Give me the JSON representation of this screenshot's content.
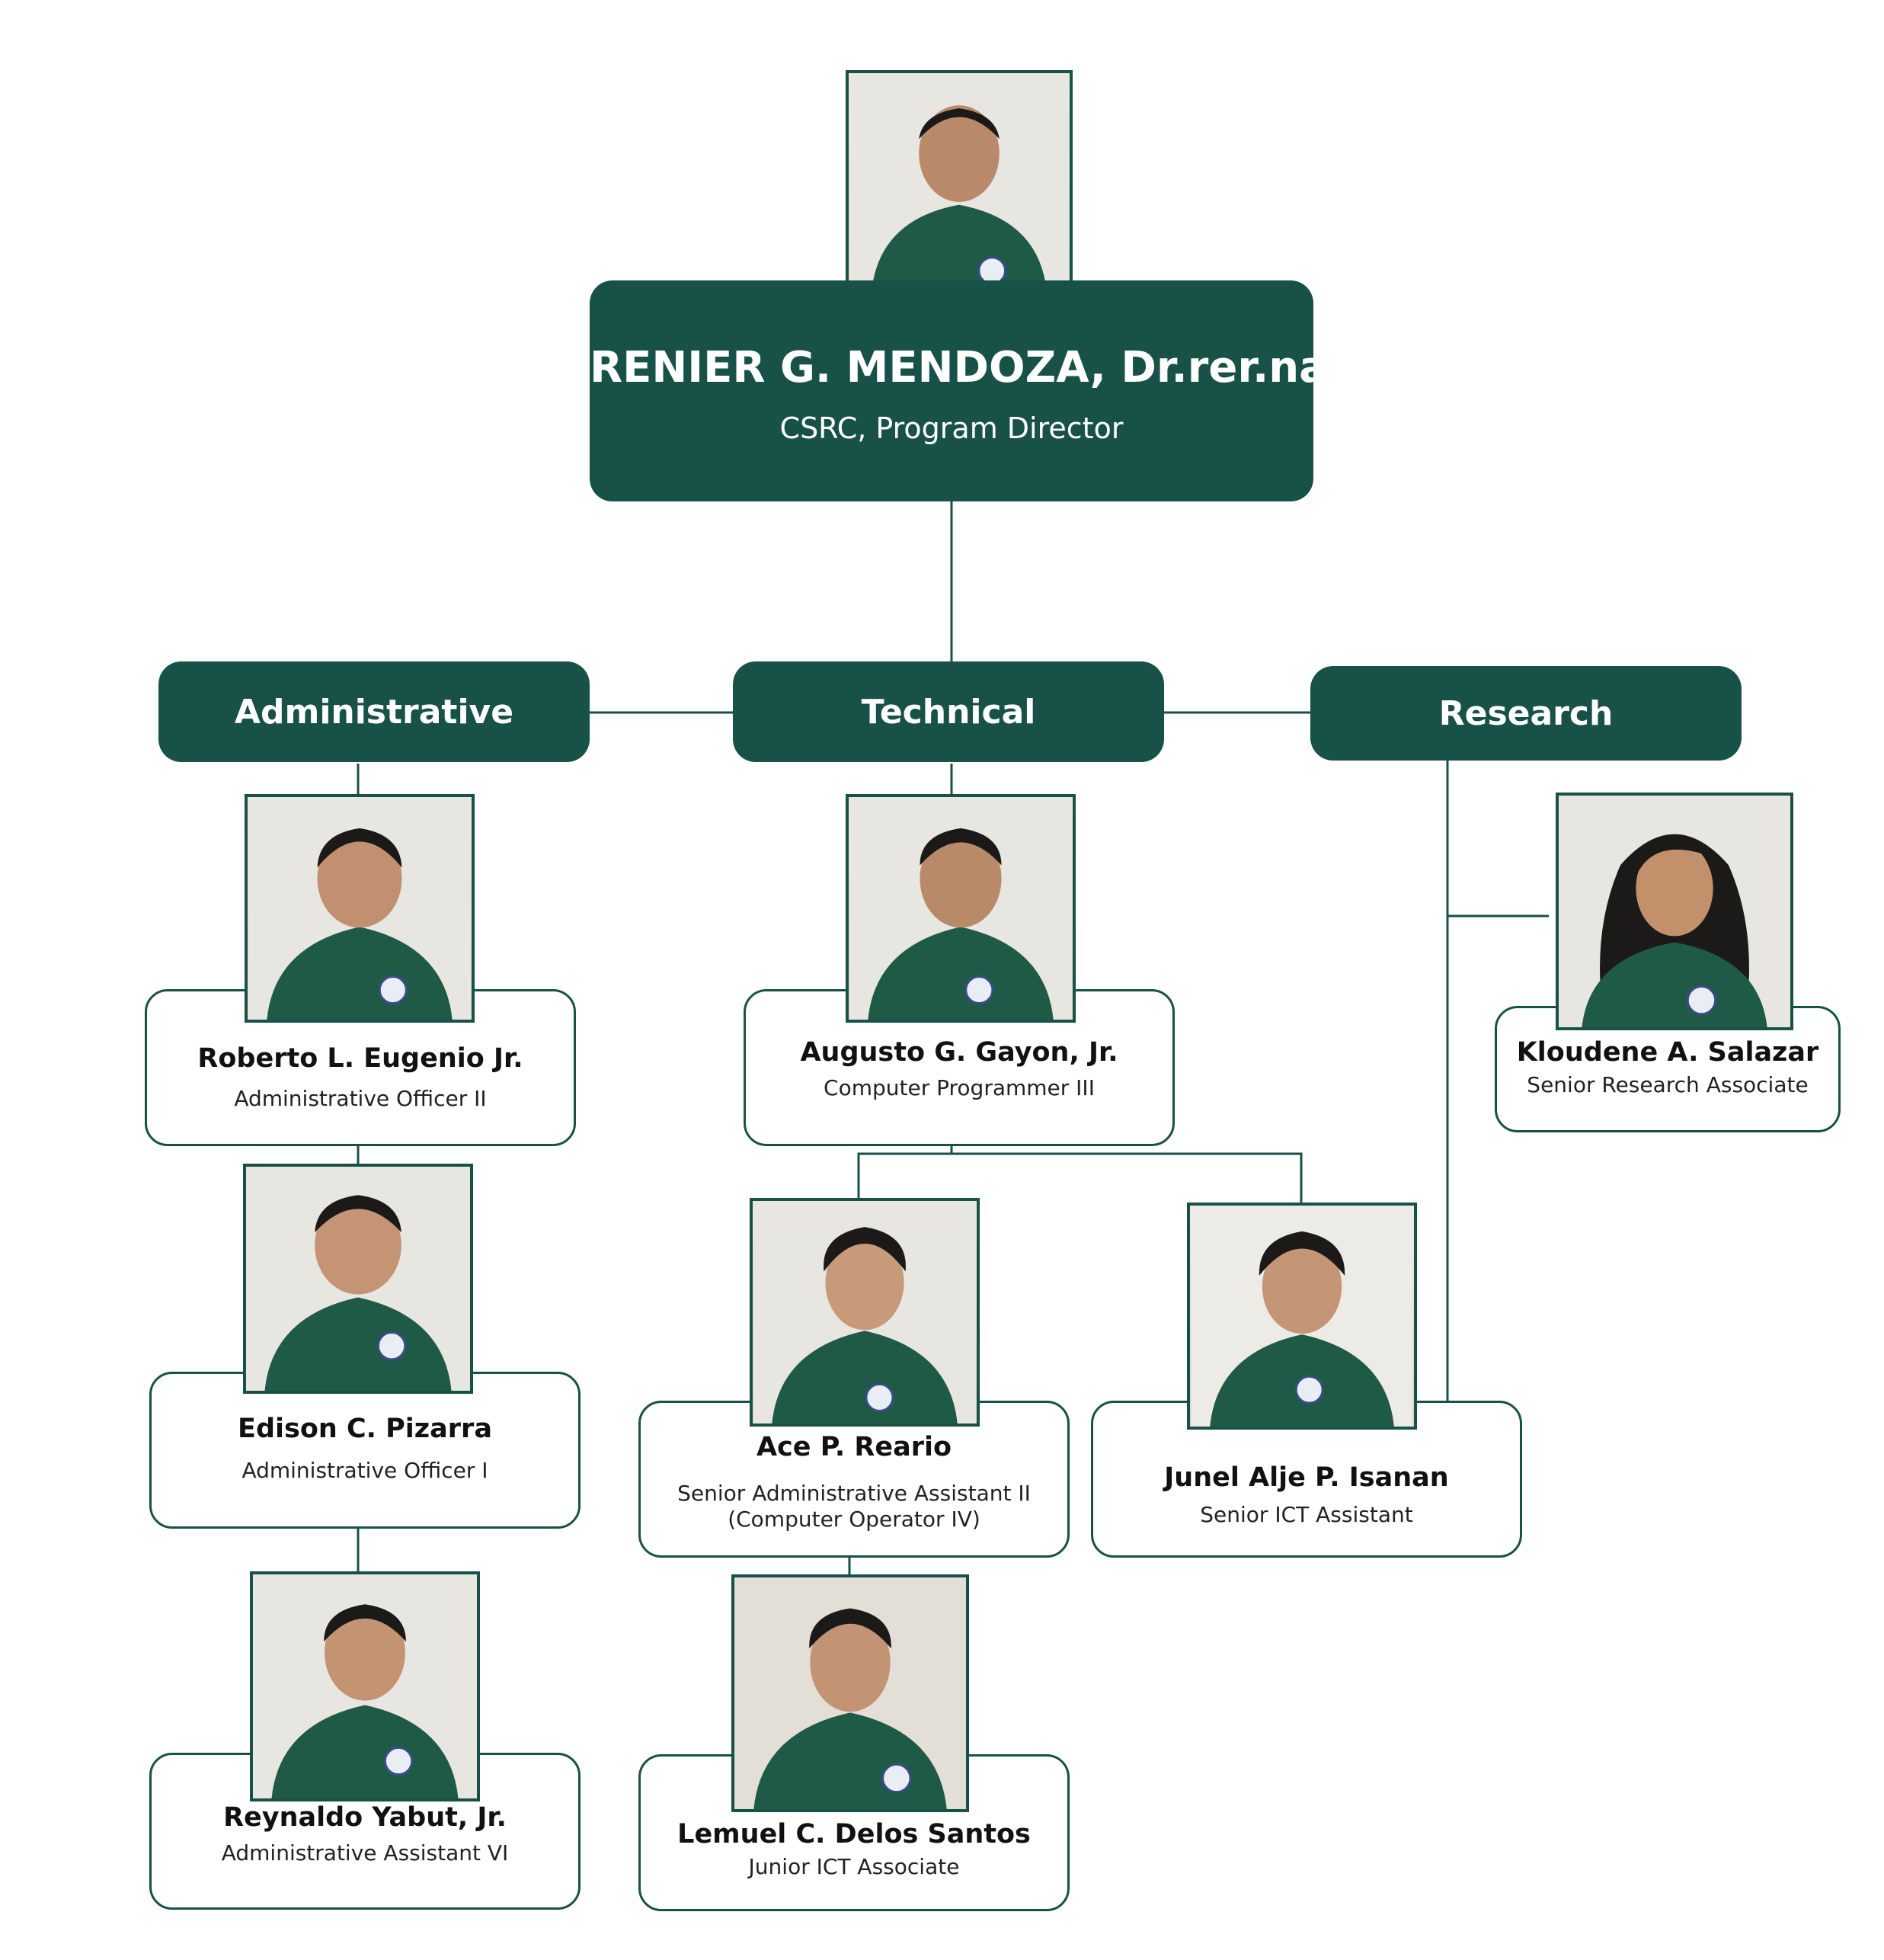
{
  "director": {
    "name": "RENIER G. MENDOZA, Dr.rer.nat",
    "title": "CSRC, Program Director"
  },
  "departments": {
    "administrative": "Administrative",
    "technical": "Technical",
    "research": "Research"
  },
  "staff": {
    "roberto": {
      "name": "Roberto L. Eugenio Jr.",
      "title": "Administrative Officer II"
    },
    "edison": {
      "name": "Edison C. Pizarra",
      "title": "Administrative Officer I"
    },
    "reynaldo": {
      "name": "Reynaldo Yabut, Jr.",
      "title": "Administrative Assistant VI"
    },
    "augusto": {
      "name": "Augusto G. Gayon, Jr.",
      "title": "Computer Programmer III"
    },
    "ace": {
      "name": "Ace P. Reario",
      "title": "Senior Administrative Assistant II",
      "title2": "(Computer Operator IV)"
    },
    "junel": {
      "name": "Junel Alje P. Isanan",
      "title": "Senior ICT Assistant"
    },
    "lemuel": {
      "name": "Lemuel C. Delos Santos",
      "title": "Junior ICT Associate"
    },
    "kloudene": {
      "name": "Kloudene A. Salazar",
      "title": "Senior Research Associate"
    }
  },
  "colors": {
    "primary": "#185148",
    "shirt": "#1f5a46",
    "background": "#ffffff"
  }
}
